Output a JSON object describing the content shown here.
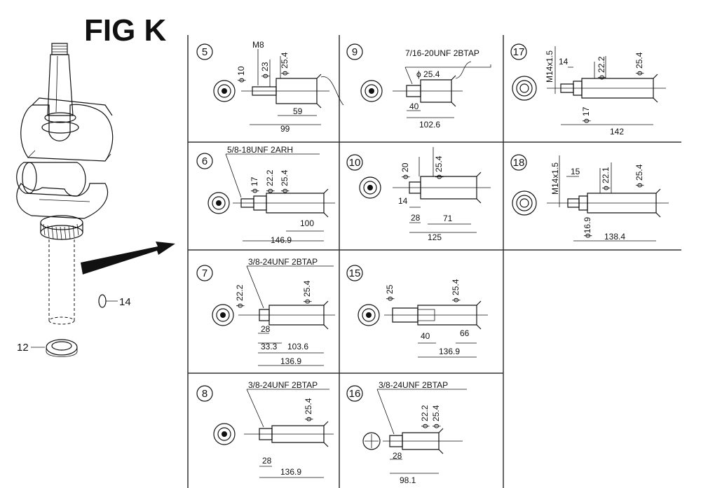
{
  "figure_title": "FIG K",
  "callouts": {
    "seal_part": "12",
    "pin_part": "14"
  },
  "cells": [
    {
      "id": "5",
      "labels": [
        "M8",
        "ϕ 10",
        "ϕ 23",
        "ϕ 25.4",
        "59",
        "99"
      ]
    },
    {
      "id": "9",
      "labels": [
        "7/16-20UNF 2BTAP",
        "ϕ 25.4",
        "40",
        "102.6"
      ]
    },
    {
      "id": "17",
      "labels": [
        "M14x1.5",
        "14",
        "ϕ 22.2",
        "ϕ 25.4",
        "ϕ 17",
        "142"
      ]
    },
    {
      "id": "6",
      "labels": [
        "5/8-18UNF 2ARH",
        "ϕ 17",
        "ϕ 22.2",
        "ϕ 25.4",
        "100",
        "146.9"
      ]
    },
    {
      "id": "10",
      "labels": [
        "ϕ 20",
        "ϕ 25.4",
        "14",
        "28",
        "71",
        "125"
      ]
    },
    {
      "id": "18",
      "labels": [
        "M14x1.5",
        "15",
        "ϕ 22.1",
        "ϕ 25.4",
        "ϕ16.9",
        "138.4"
      ]
    },
    {
      "id": "7",
      "labels": [
        "3/8-24UNF 2BTAP",
        "ϕ 22.2",
        "ϕ 25.4",
        "28",
        "33.3",
        "103.6",
        "136.9"
      ]
    },
    {
      "id": "15",
      "labels": [
        "ϕ 25",
        "ϕ 25.4",
        "40",
        "66",
        "136.9"
      ]
    },
    {
      "id": "8",
      "labels": [
        "3/8-24UNF 2BTAP",
        "ϕ 25.4",
        "28",
        "136.9"
      ]
    },
    {
      "id": "16",
      "labels": [
        "3/8-24UNF 2BTAP",
        "ϕ 22.2",
        "ϕ 25.4",
        "28",
        "98.1"
      ]
    }
  ]
}
